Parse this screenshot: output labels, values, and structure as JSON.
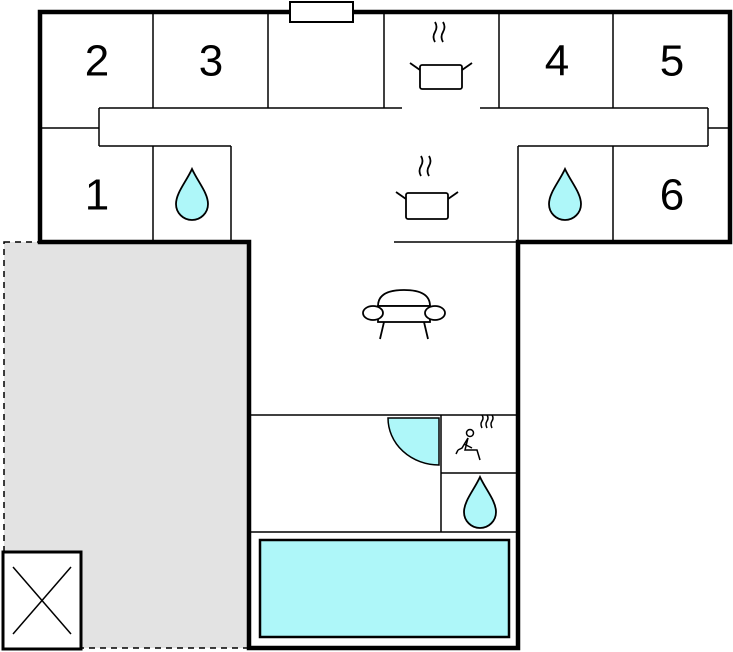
{
  "rooms": {
    "bedroom_1": "1",
    "bedroom_2": "2",
    "bedroom_3": "3",
    "bedroom_4": "4",
    "bedroom_5": "5",
    "bedroom_6": "6"
  },
  "colors": {
    "water": "#aef7f9",
    "outdoor_area": "#e3e3e3",
    "wall": "#000000",
    "background": "#ffffff"
  },
  "icons": [
    "kitchen-pot-icon",
    "bathroom-drop-icon",
    "sofa-icon",
    "sauna-icon",
    "pool",
    "parking-x-icon"
  ]
}
